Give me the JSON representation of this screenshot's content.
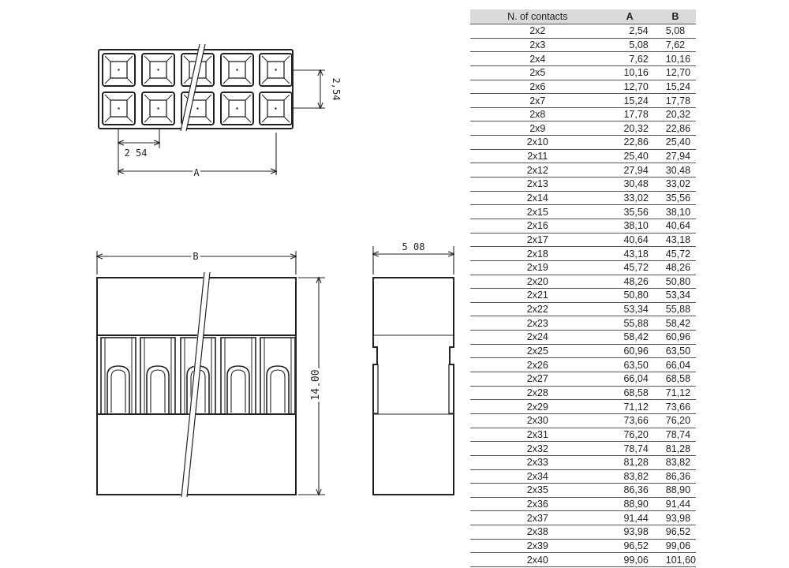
{
  "drawing": {
    "top_view": {
      "pitch_vertical": "2,54",
      "pitch_horizontal": "2 54",
      "dim_a": "A"
    },
    "front_view": {
      "dim_b": "B",
      "height": "14 00"
    },
    "side_view": {
      "width": "5 08"
    }
  },
  "table": {
    "headers": [
      "N. of contacts",
      "A",
      "B"
    ],
    "rows": [
      [
        "2x2",
        "2,54",
        "5,08"
      ],
      [
        "2x3",
        "5,08",
        "7,62"
      ],
      [
        "2x4",
        "7,62",
        "10,16"
      ],
      [
        "2x5",
        "10,16",
        "12,70"
      ],
      [
        "2x6",
        "12,70",
        "15,24"
      ],
      [
        "2x7",
        "15,24",
        "17,78"
      ],
      [
        "2x8",
        "17,78",
        "20,32"
      ],
      [
        "2x9",
        "20,32",
        "22,86"
      ],
      [
        "2x10",
        "22,86",
        "25,40"
      ],
      [
        "2x11",
        "25,40",
        "27,94"
      ],
      [
        "2x12",
        "27,94",
        "30,48"
      ],
      [
        "2x13",
        "30,48",
        "33,02"
      ],
      [
        "2x14",
        "33,02",
        "35,56"
      ],
      [
        "2x15",
        "35,56",
        "38,10"
      ],
      [
        "2x16",
        "38,10",
        "40,64"
      ],
      [
        "2x17",
        "40,64",
        "43,18"
      ],
      [
        "2x18",
        "43,18",
        "45,72"
      ],
      [
        "2x19",
        "45,72",
        "48,26"
      ],
      [
        "2x20",
        "48,26",
        "50,80"
      ],
      [
        "2x21",
        "50,80",
        "53,34"
      ],
      [
        "2x22",
        "53,34",
        "55,88"
      ],
      [
        "2x23",
        "55,88",
        "58,42"
      ],
      [
        "2x24",
        "58,42",
        "60,96"
      ],
      [
        "2x25",
        "60,96",
        "63,50"
      ],
      [
        "2x26",
        "63,50",
        "66,04"
      ],
      [
        "2x27",
        "66,04",
        "68,58"
      ],
      [
        "2x28",
        "68,58",
        "71,12"
      ],
      [
        "2x29",
        "71,12",
        "73,66"
      ],
      [
        "2x30",
        "73,66",
        "76,20"
      ],
      [
        "2x31",
        "76,20",
        "78,74"
      ],
      [
        "2x32",
        "78,74",
        "81,28"
      ],
      [
        "2x33",
        "81,28",
        "83,82"
      ],
      [
        "2x34",
        "83,82",
        "86,36"
      ],
      [
        "2x35",
        "86,36",
        "88,90"
      ],
      [
        "2x36",
        "88,90",
        "91,44"
      ],
      [
        "2x37",
        "91,44",
        "93,98"
      ],
      [
        "2x38",
        "93,98",
        "96,52"
      ],
      [
        "2x39",
        "96,52",
        "99,06"
      ],
      [
        "2x40",
        "99,06",
        "101,60"
      ]
    ]
  }
}
